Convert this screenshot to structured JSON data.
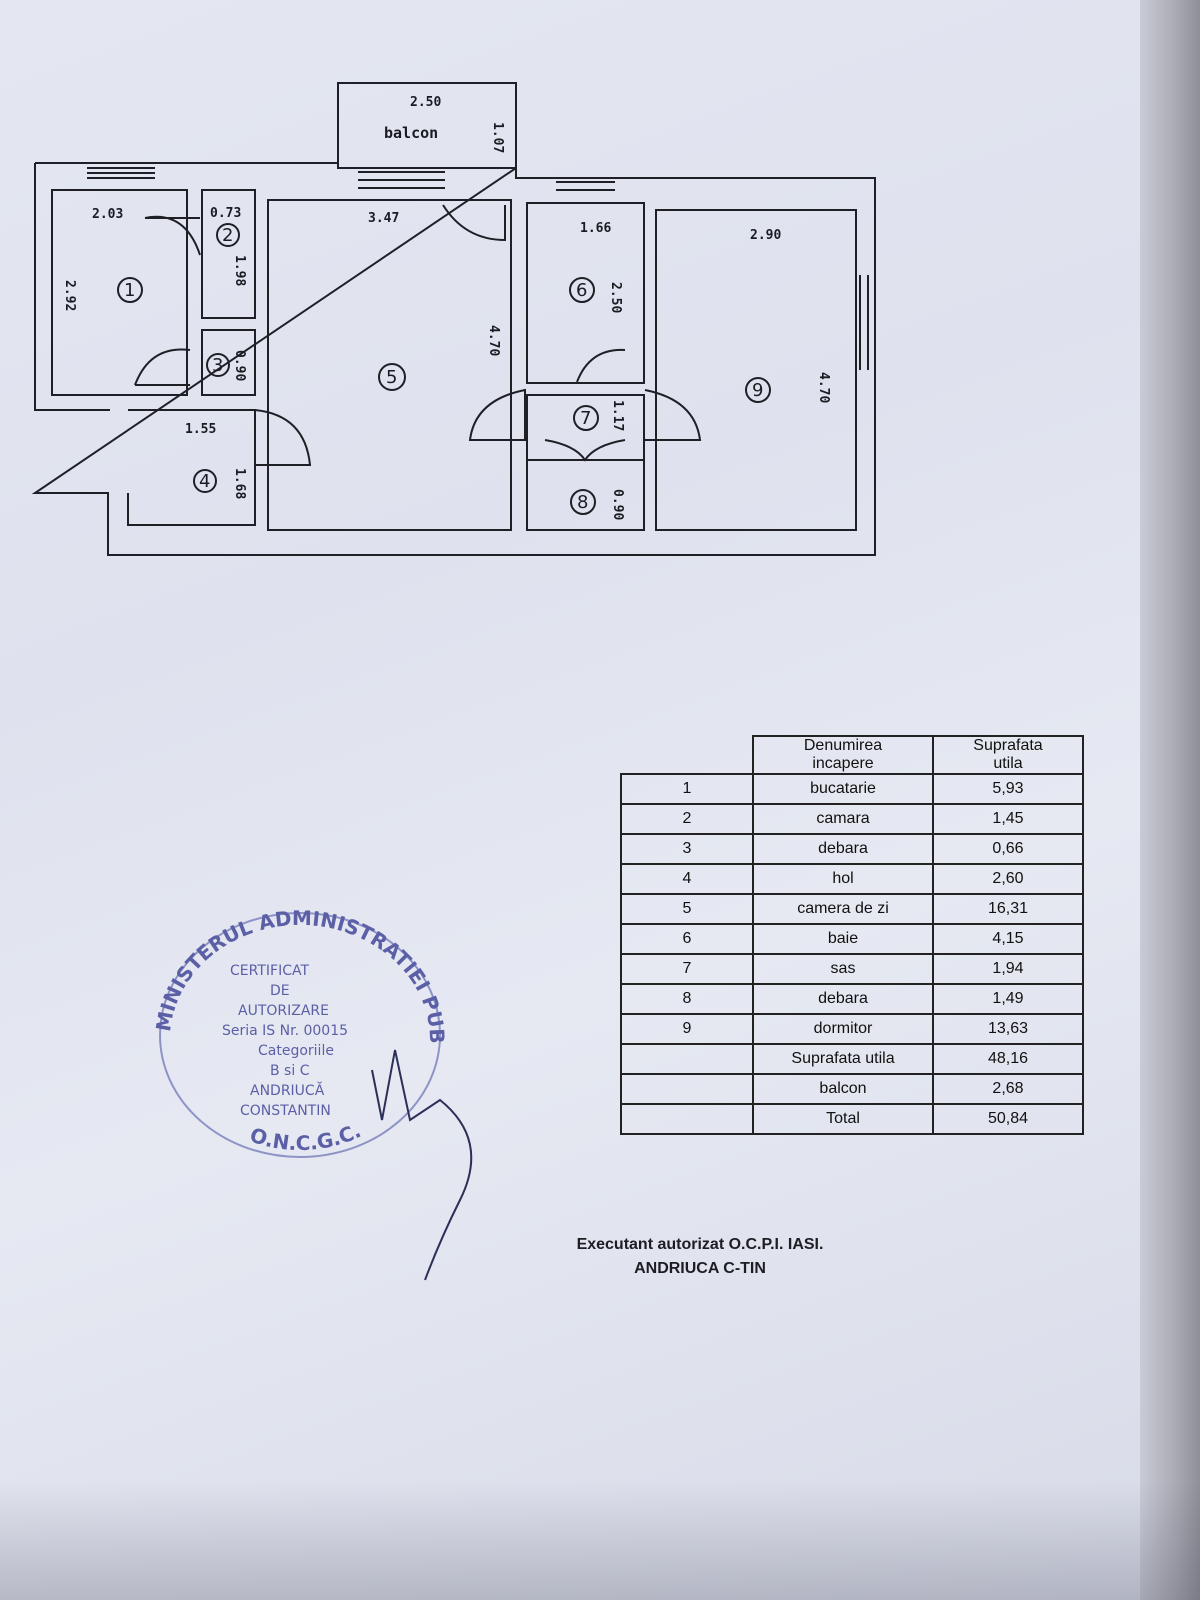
{
  "plan": {
    "balcony_label": "balcon",
    "dimensions": [
      "2.50",
      "1.07",
      "2.03",
      "0.73",
      "1.98",
      "2.92",
      "3.47",
      "1.66",
      "2.90",
      "2.50",
      "4.70",
      "0.90",
      "1.55",
      "1.68",
      "1.17",
      "0.90",
      "4.70"
    ],
    "room_numbers": [
      "1",
      "2",
      "3",
      "4",
      "5",
      "6",
      "7",
      "8",
      "9"
    ]
  },
  "stamp": {
    "ring_text": "MINISTERUL ADMINISTRATIEI PUBLICE",
    "bottom_text": "O.N.C.G.C.",
    "lines": [
      "CERTIFICAT",
      "DE",
      "AUTORIZARE",
      "Seria IS Nr. 00015",
      "Categoriile",
      "B si C",
      "ANDRIUCĂ",
      "CONSTANTIN"
    ]
  },
  "table": {
    "header_name": [
      "Denumirea",
      "incapere"
    ],
    "header_area": [
      "Suprafata",
      "utila"
    ],
    "rows": [
      {
        "nr": "1",
        "name": "bucatarie",
        "area": "5,93"
      },
      {
        "nr": "2",
        "name": "camara",
        "area": "1,45"
      },
      {
        "nr": "3",
        "name": "debara",
        "area": "0,66"
      },
      {
        "nr": "4",
        "name": "hol",
        "area": "2,60"
      },
      {
        "nr": "5",
        "name": "camera de zi",
        "area": "16,31"
      },
      {
        "nr": "6",
        "name": "baie",
        "area": "4,15"
      },
      {
        "nr": "7",
        "name": "sas",
        "area": "1,94"
      },
      {
        "nr": "8",
        "name": "debara",
        "area": "1,49"
      },
      {
        "nr": "9",
        "name": "dormitor",
        "area": "13,63"
      }
    ],
    "summary": [
      {
        "name": "Suprafata utila",
        "area": "48,16"
      },
      {
        "name": "balcon",
        "area": "2,68"
      },
      {
        "name": "Total",
        "area": "50,84"
      }
    ]
  },
  "footer": {
    "line1": "Executant autorizat O.C.P.I. IASI.",
    "line2": "ANDRIUCA C-TIN"
  }
}
